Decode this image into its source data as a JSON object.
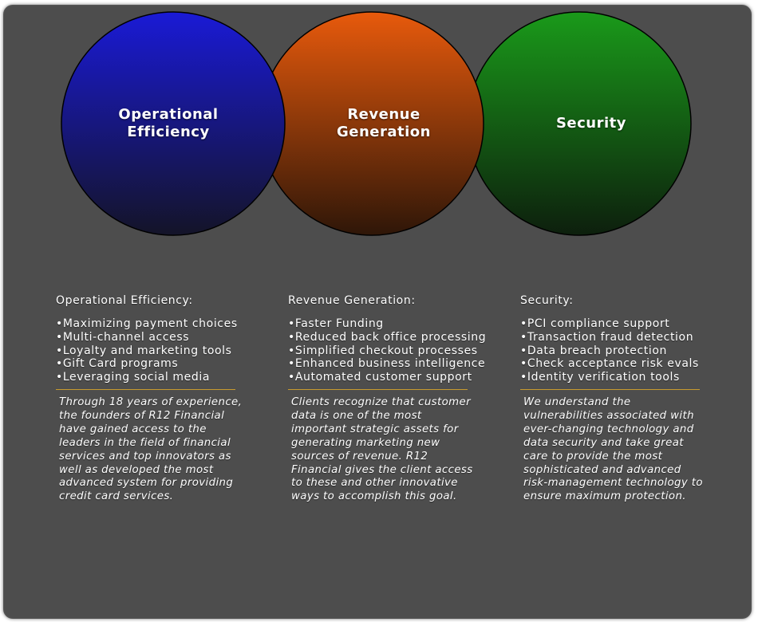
{
  "circles": [
    {
      "label": "Operational\nEfficiency",
      "color_top": "#1a1ad6",
      "color_bottom": "#141428"
    },
    {
      "label": "Revenue\nGeneration",
      "color_top": "#e85a0c",
      "color_bottom": "#2e1608"
    },
    {
      "label": "Security",
      "color_top": "#1a9a1a",
      "color_bottom": "#0d1f0d"
    }
  ],
  "columns": [
    {
      "heading": "Operational Efficiency:",
      "items": [
        "Maximizing payment choices",
        "Multi-channel access",
        "Loyalty and marketing tools",
        "Gift Card programs",
        "Leveraging social media"
      ],
      "description": "Through 18 years of experience, the founders of R12 Financial have gained access to the leaders in the field of financial services and top innovators as well as developed the most advanced system for providing credit card services."
    },
    {
      "heading": "Revenue Generation:",
      "items": [
        "Faster Funding",
        "Reduced back office processing",
        "Simplified checkout processes",
        "Enhanced business intelligence",
        "Automated customer support"
      ],
      "description": "Clients recognize that customer data is one of the most important strategic assets for generating marketing new sources of revenue.  R12 Financial gives the client access to these and other innovative ways to accomplish this goal."
    },
    {
      "heading": "Security:",
      "items": [
        "PCI compliance support",
        "Transaction fraud detection",
        "Data breach protection",
        "Check acceptance risk evals",
        "Identity verification tools"
      ],
      "description": "We understand the vulnerabilities associated with ever-changing technology and data security and take great care to provide the most sophisticated and advanced risk-management technology to ensure maximum protection."
    }
  ],
  "bullet": "•",
  "divider_color": "#c79a2f",
  "panel_color": "#4d4d4d"
}
